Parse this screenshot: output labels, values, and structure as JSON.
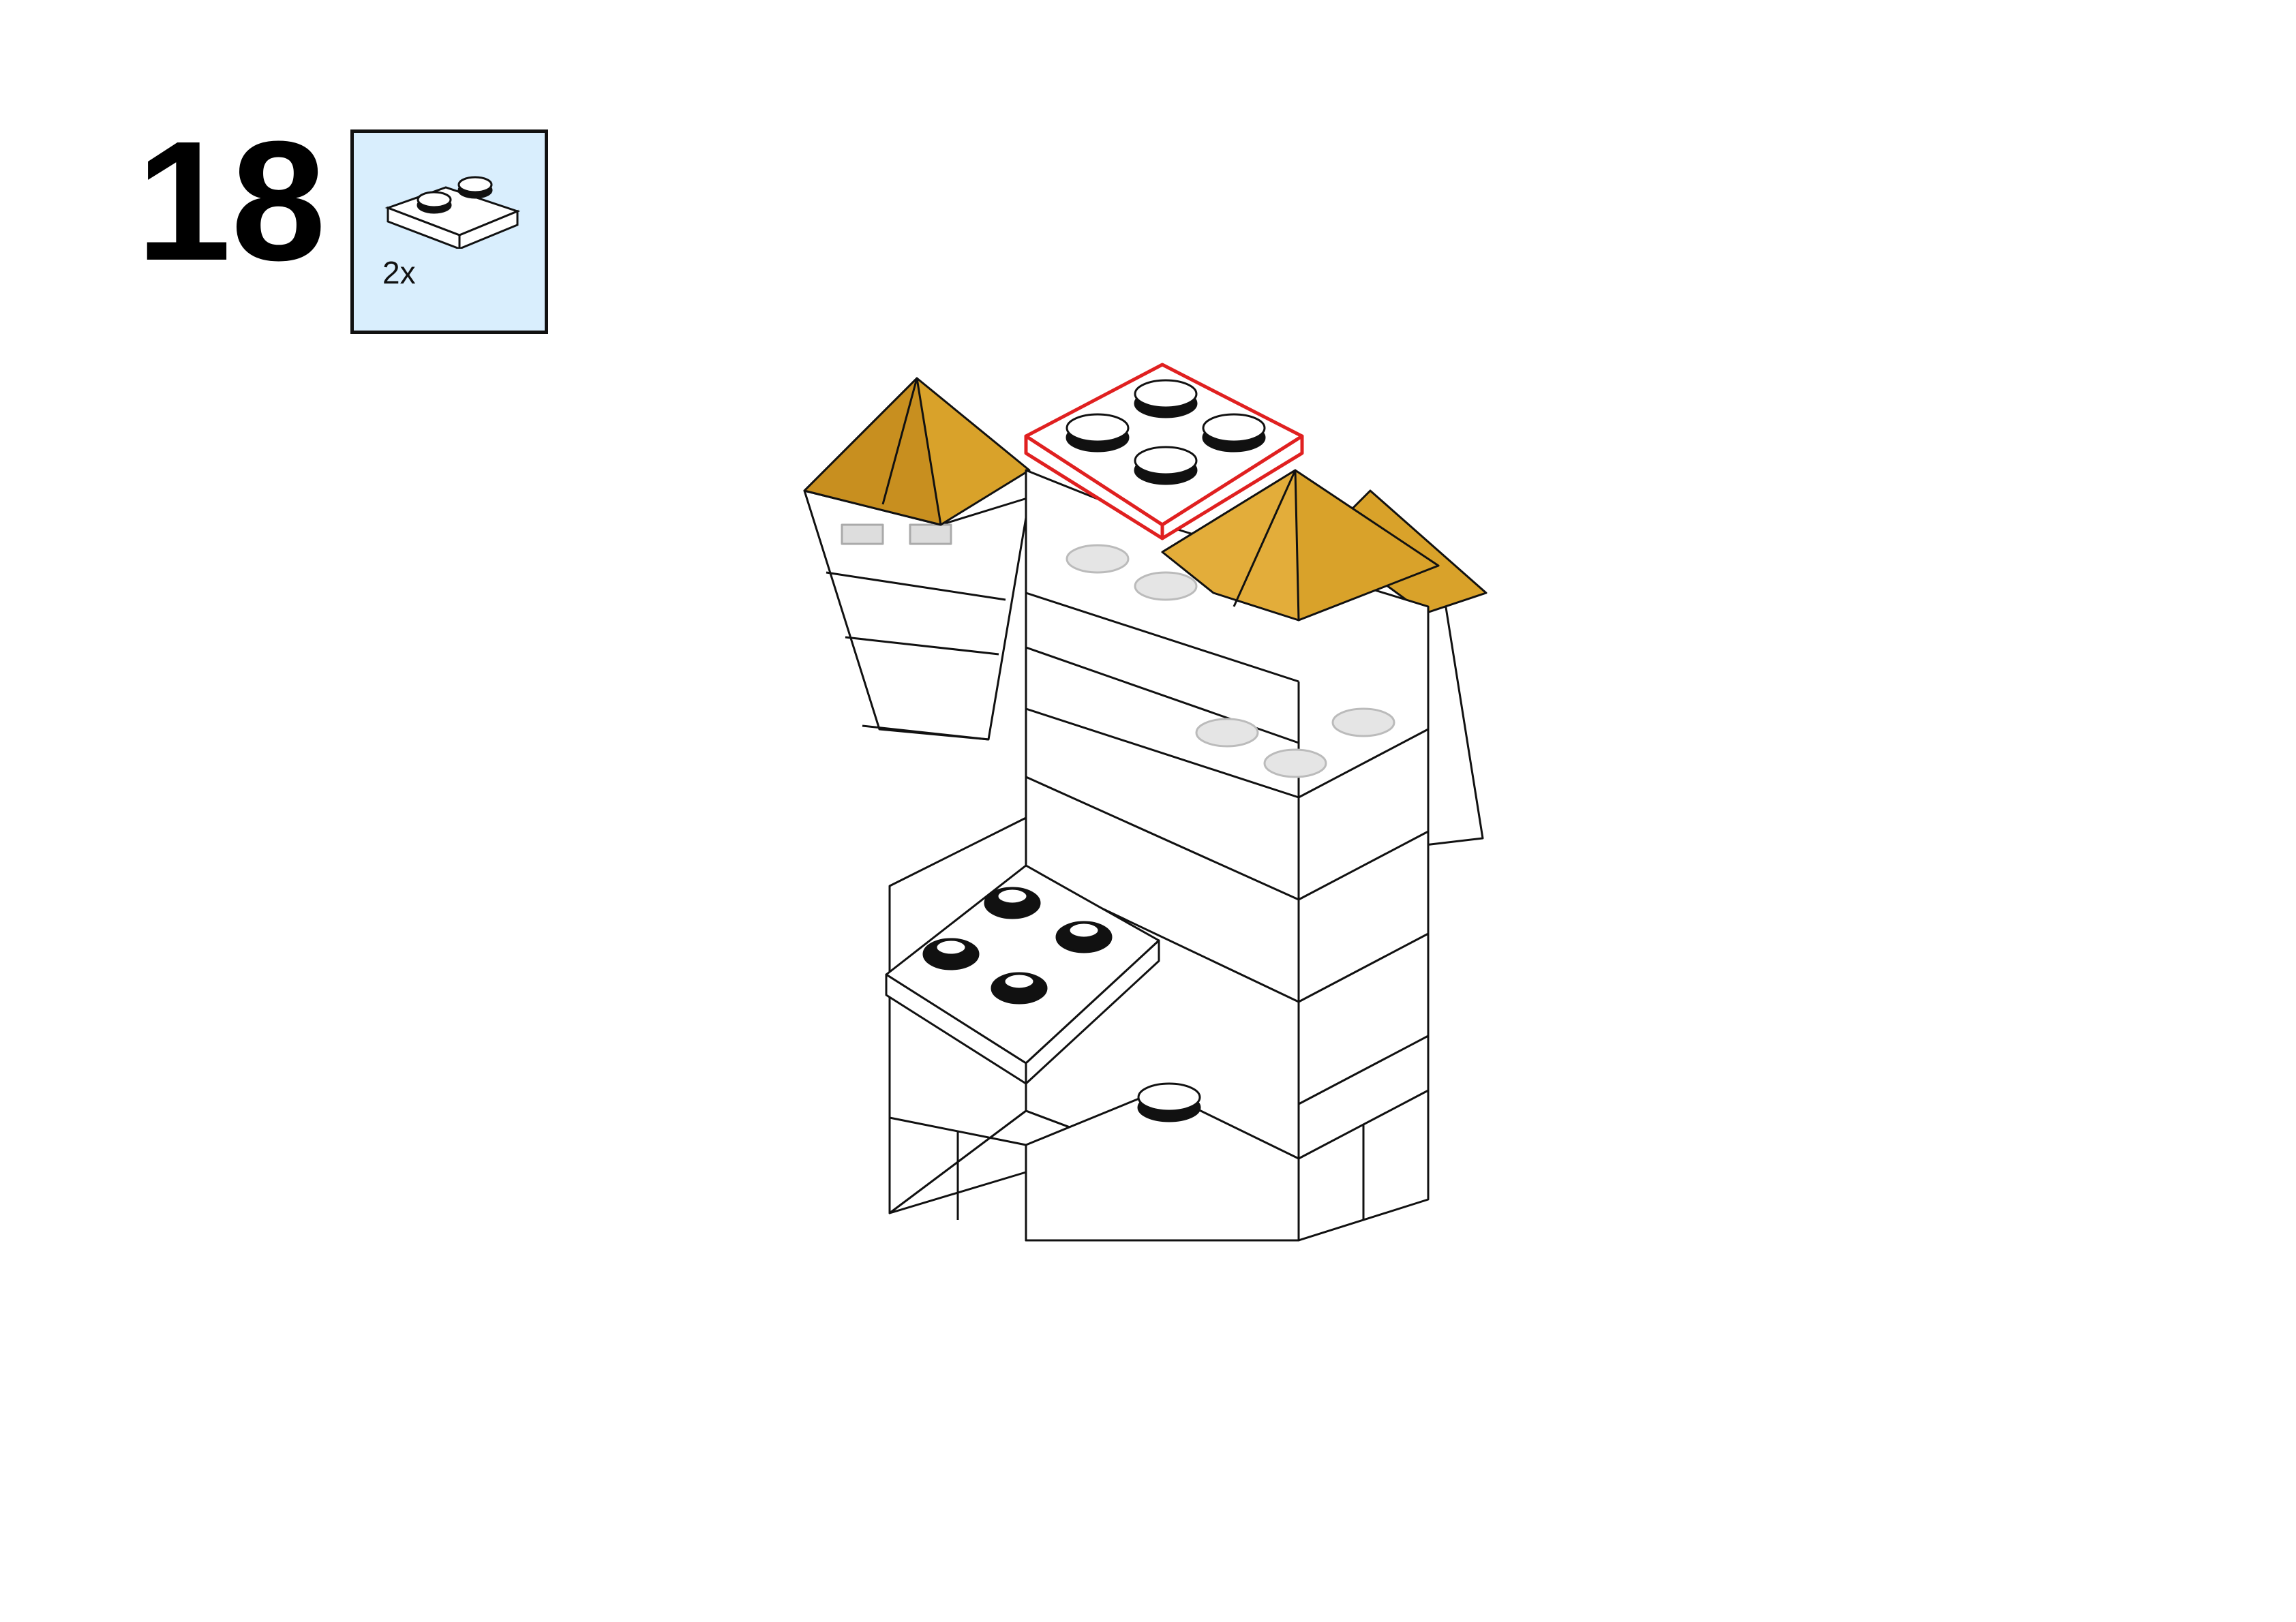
{
  "step": {
    "number": "18"
  },
  "parts_callout": {
    "items": [
      {
        "part": "plate-1x2-white",
        "count": "2x"
      }
    ],
    "background": "#d9eefd"
  },
  "model": {
    "highlight_color": "#e02020",
    "roof_color": "#d9a22a",
    "brick_color": "#ffffff"
  }
}
